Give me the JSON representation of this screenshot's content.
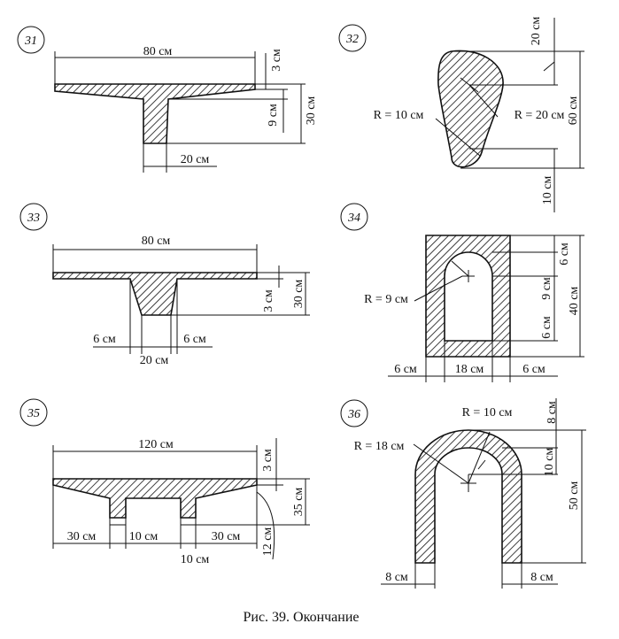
{
  "caption": "Рис. 39. Окончание",
  "figures": [
    {
      "number": "31",
      "labels": [
        "80 см",
        "3 см",
        "30 см",
        "9 см",
        "20 см"
      ]
    },
    {
      "number": "32",
      "labels": [
        "20 см",
        "60 см",
        "R = 10 см",
        "R = 20 см",
        "10 см"
      ]
    },
    {
      "number": "33",
      "labels": [
        "80 см",
        "3 см",
        "30 см",
        "6 см",
        "6 см",
        "20 см"
      ]
    },
    {
      "number": "34",
      "labels": [
        "6 см",
        "40 см",
        "9 см",
        "6 см",
        "R = 9 см",
        "6 см",
        "18 см",
        "6 см"
      ]
    },
    {
      "number": "35",
      "labels": [
        "120 см",
        "3 см",
        "35 см",
        "12 см",
        "30 см",
        "10 см",
        "30 см",
        "10 см"
      ]
    },
    {
      "number": "36",
      "labels": [
        "R = 10 см",
        "8 см",
        "R = 18 см",
        "10 см",
        "50 см",
        "8 см",
        "8 см"
      ]
    }
  ]
}
